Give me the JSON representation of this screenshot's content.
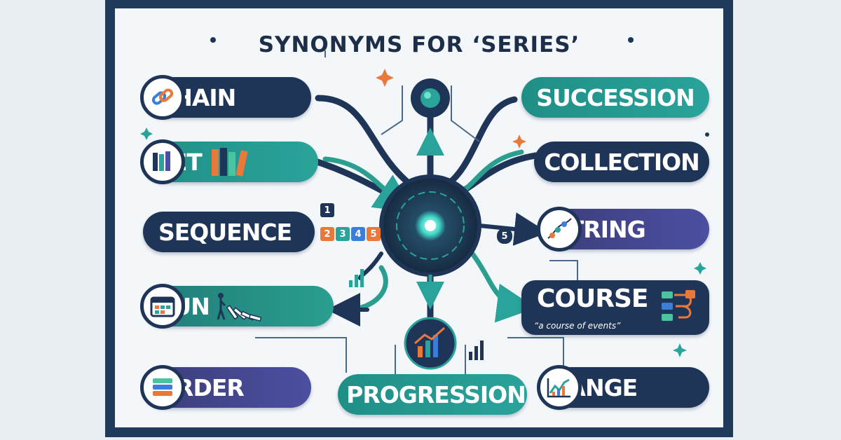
{
  "title": "SYNONYMS FOR ‘SERIES’",
  "synonyms": {
    "chain": "CHAIN",
    "set": "SET",
    "sequence": "SEQUENCE",
    "run": "RUN",
    "order": "ORDER",
    "progression": "PROGRESSION",
    "succession": "SUCCESSION",
    "collection": "COLLECTION",
    "string": "STRING",
    "course": "COURSE",
    "course_example": "“a course of events”",
    "range": "RANGE"
  },
  "sequence_numbers": [
    "1",
    "2",
    "3",
    "4",
    "5"
  ],
  "string_number": "5",
  "icons": {
    "chain": "chain-link-icon",
    "set": "books-icon",
    "sequence": "numbered-blocks-icon",
    "run": "calendar-icon",
    "order": "stacked-layers-icon",
    "progression": "growth-chart-icon",
    "string": "beads-string-icon",
    "course": "flow-steps-icon",
    "range": "line-chart-icon",
    "hub": "network-hub-icon",
    "globe": "globe-gear-icon"
  },
  "colors": {
    "navy": "#1f3557",
    "teal": "#2aa39a",
    "purple": "#4c4fa0",
    "orange": "#e8793a",
    "background": "#f4f7fa"
  }
}
